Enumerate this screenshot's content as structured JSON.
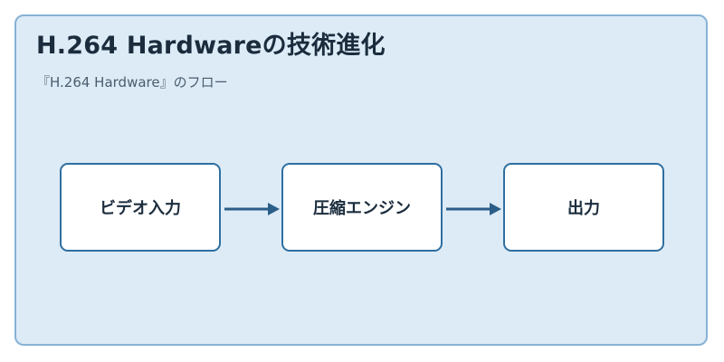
{
  "header": {
    "title": "H.264 Hardwareの技術進化",
    "subtitle": "『H.264 Hardware』のフロー"
  },
  "flow": {
    "nodes": [
      {
        "label": "ビデオ入力"
      },
      {
        "label": "圧縮エンジン"
      },
      {
        "label": "出力"
      }
    ]
  },
  "colors": {
    "panel_background": "#ddebf6",
    "panel_border": "#86b2d6",
    "node_border": "#2f6fa0",
    "arrow": "#2a5e88",
    "text": "#1b2c3d"
  }
}
